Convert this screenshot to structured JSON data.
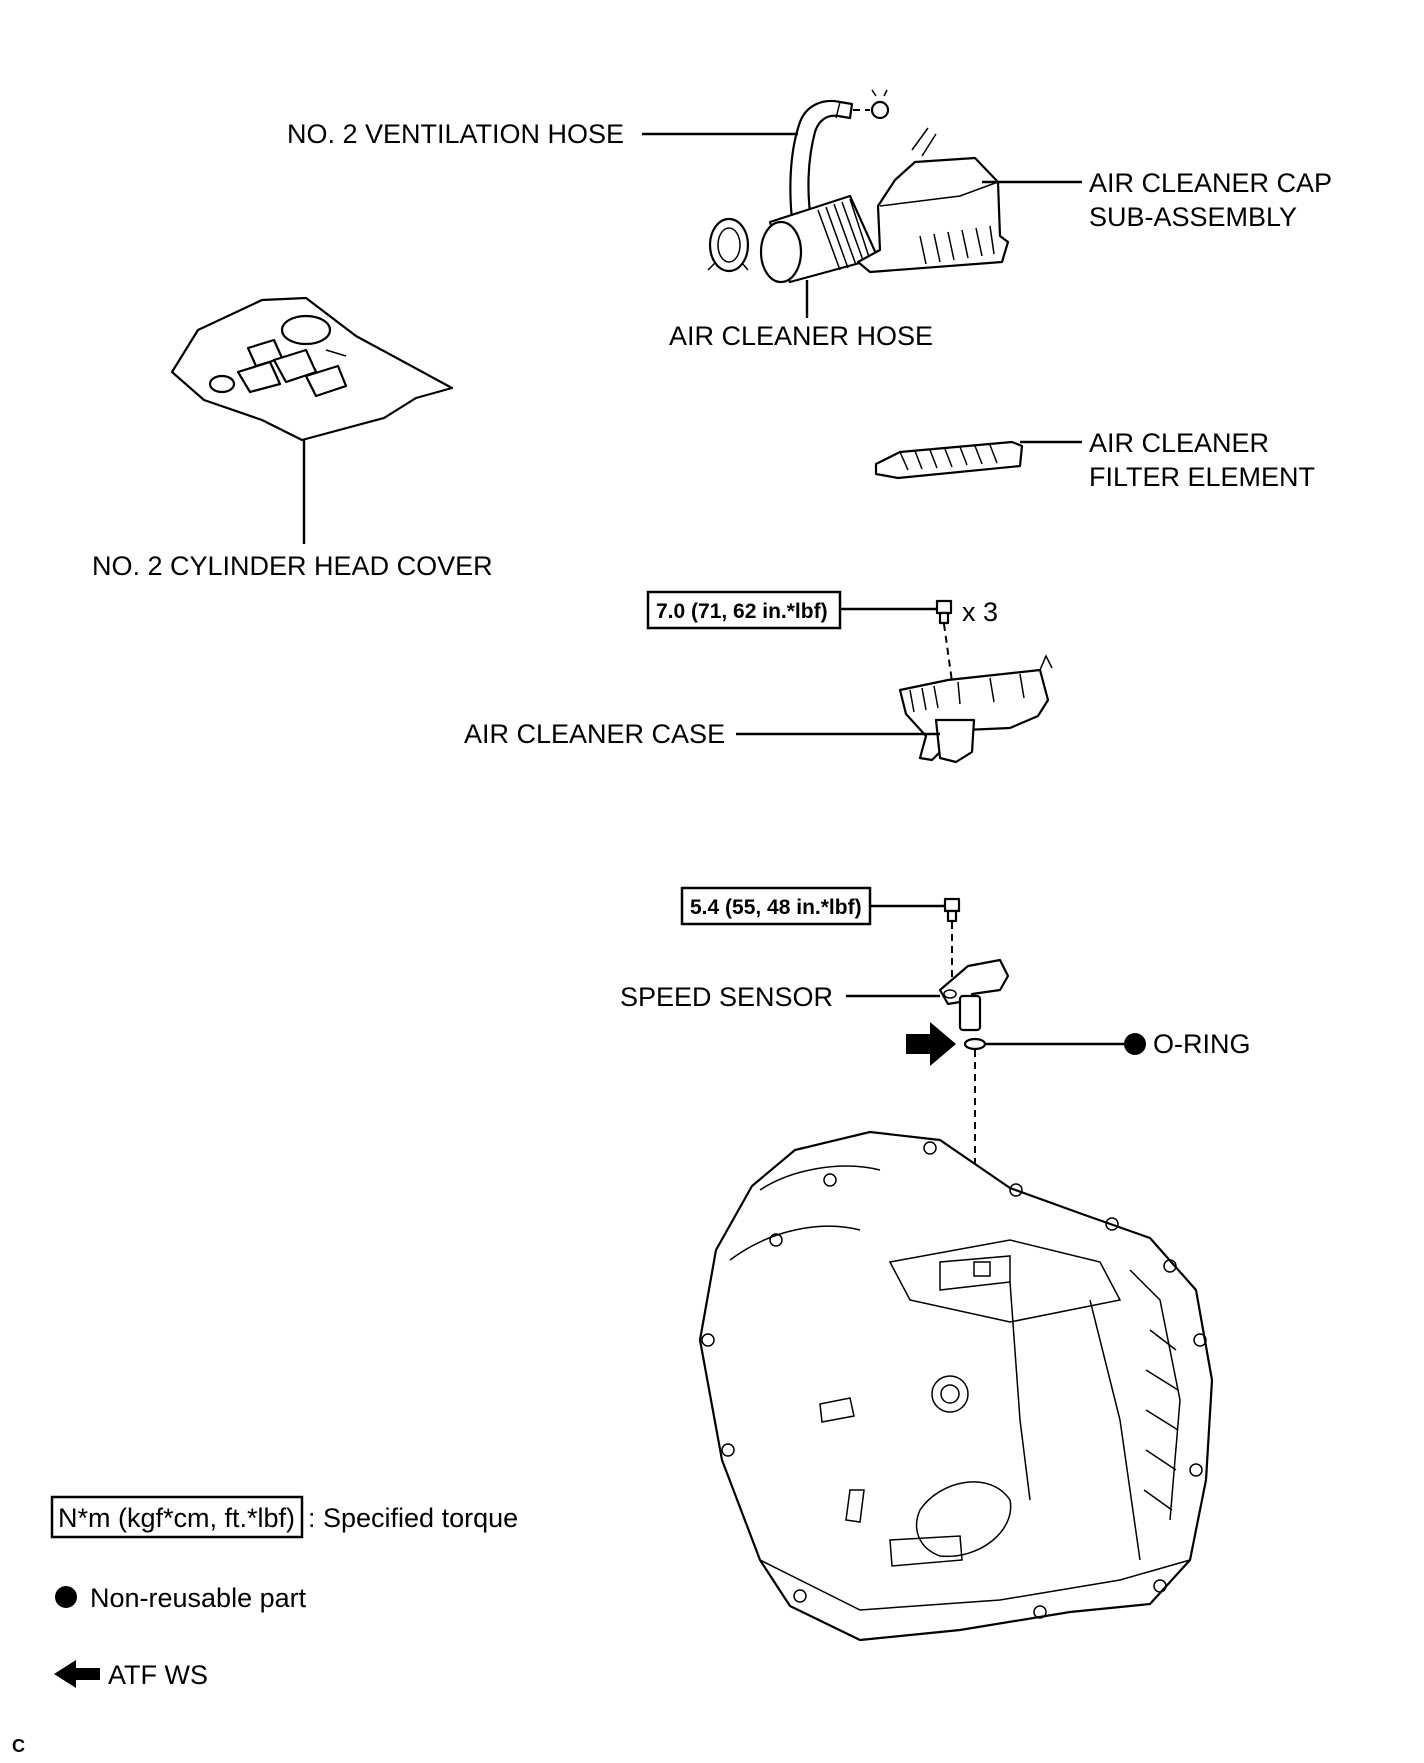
{
  "labels": {
    "ventilation_hose": "NO. 2 VENTILATION HOSE",
    "air_cleaner_cap_line1": "AIR CLEANER CAP",
    "air_cleaner_cap_line2": "SUB-ASSEMBLY",
    "air_cleaner_hose": "AIR CLEANER HOSE",
    "filter_line1": "AIR CLEANER",
    "filter_line2": "FILTER ELEMENT",
    "cylinder_head_cover": "NO. 2 CYLINDER HEAD COVER",
    "air_cleaner_case": "AIR CLEANER CASE",
    "speed_sensor": "SPEED SENSOR",
    "o_ring": "O-RING"
  },
  "torques": {
    "case_bolt": "7.0 (71, 62 in.*lbf)",
    "case_bolt_qty": "x 3",
    "sensor_bolt": "5.4 (55, 48 in.*lbf)"
  },
  "legend": {
    "torque_unit": "N*m (kgf*cm, ft.*lbf)",
    "torque_desc": ": Specified torque",
    "non_reusable": "Non-reusable part",
    "atf": "ATF WS"
  },
  "corner_mark": "C",
  "colors": {
    "ink": "#000000",
    "paper": "#ffffff"
  },
  "icons": {
    "non_reusable": "filled-circle-icon",
    "atf": "arrow-left-icon"
  }
}
